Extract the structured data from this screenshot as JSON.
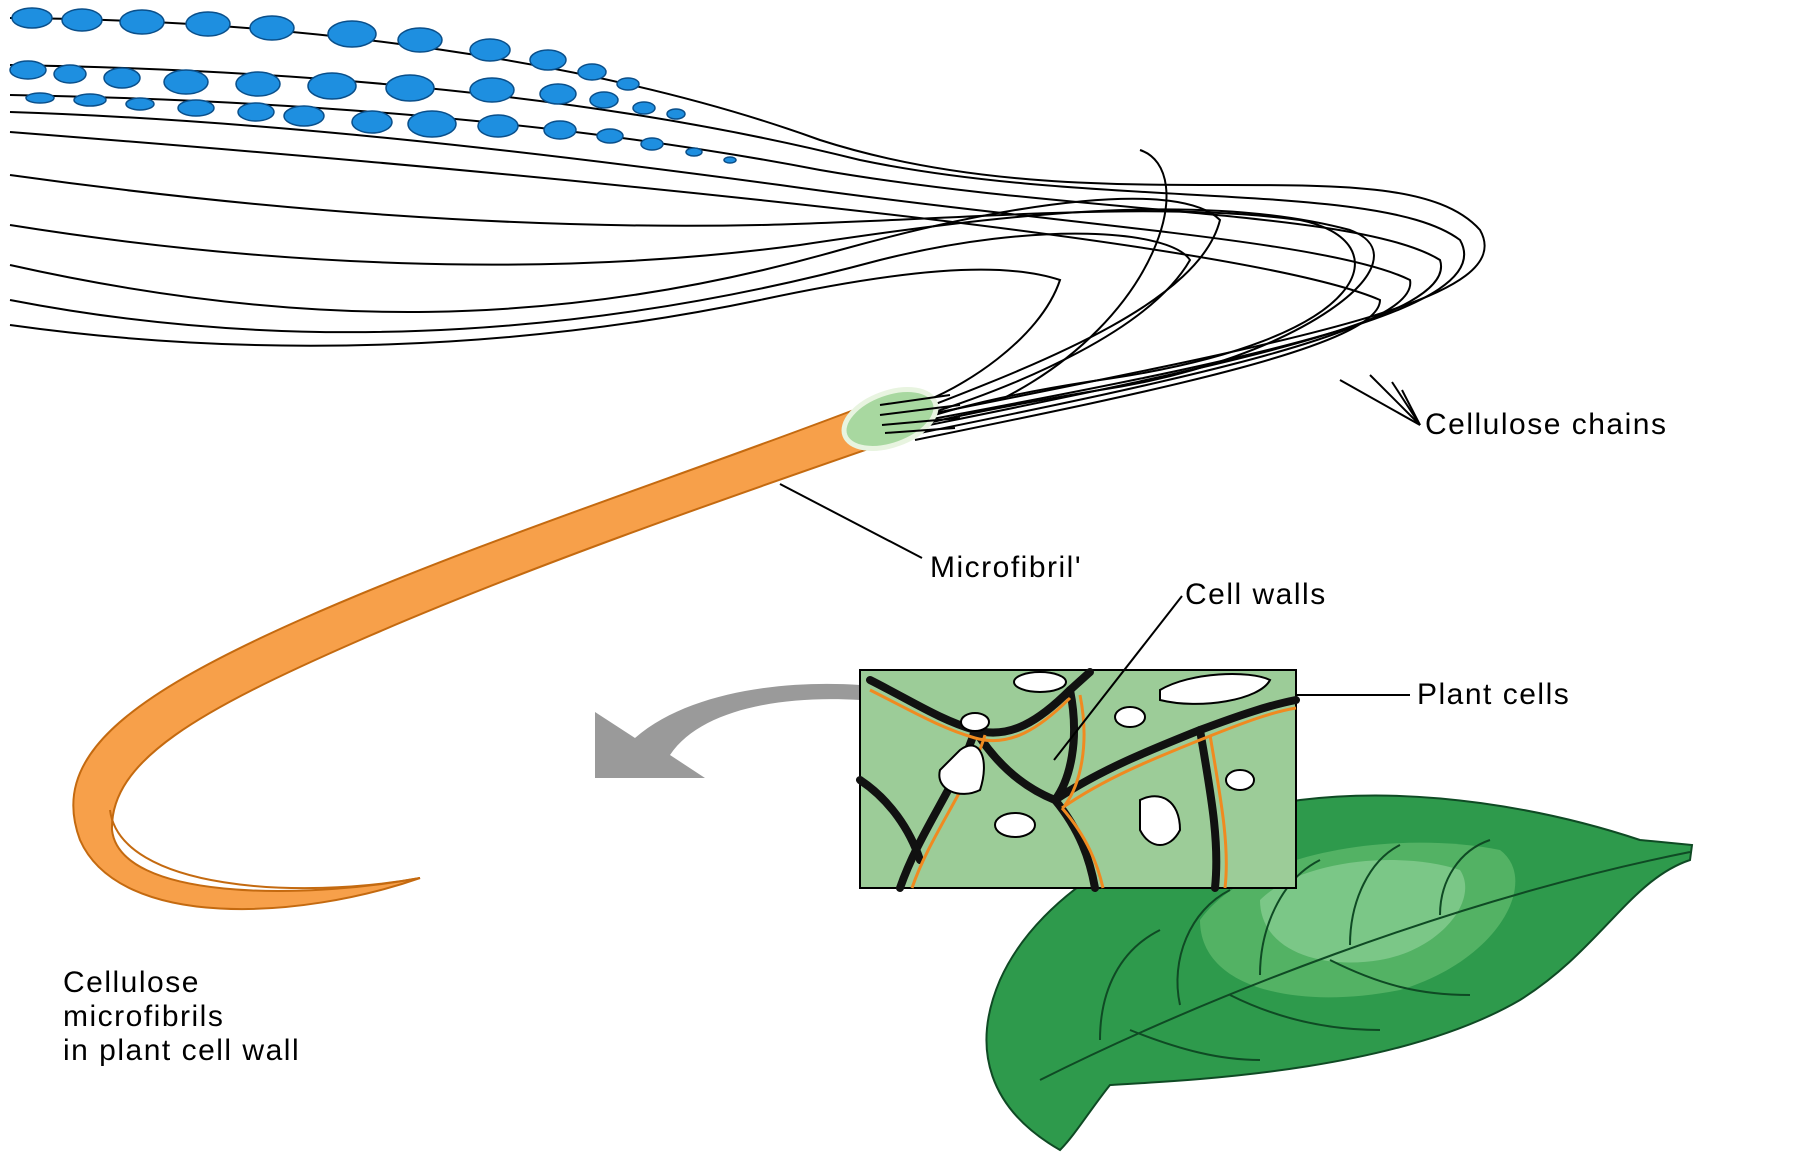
{
  "labels": {
    "cellulose_chains": "Cellulose chains",
    "microfibril": "Microfibril'",
    "cell_walls": "Cell walls",
    "plant_cells": "Plant cells"
  },
  "caption": {
    "line1": "Cellulose",
    "line2": "microfibrils",
    "line3": "in plant cell wall"
  },
  "colors": {
    "glucose_blue": "#1e8fe0",
    "microfibril_orange": "#f7a04a",
    "microfibril_end": "#a8d8a0",
    "cell_green": "#9ccc98",
    "leaf_green": "#2e9a4c",
    "arrow_gray": "#9a9a9a"
  }
}
